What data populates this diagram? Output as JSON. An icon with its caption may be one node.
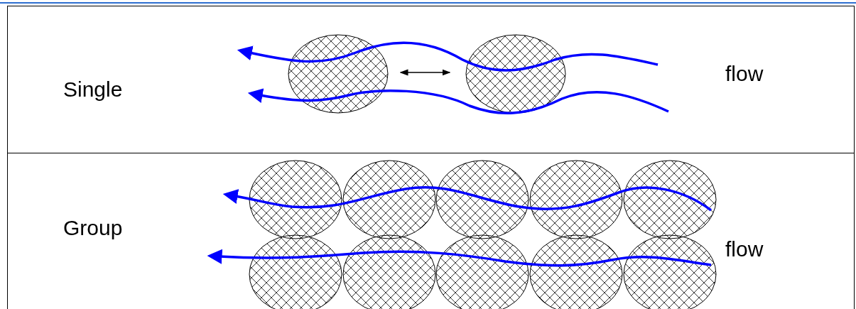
{
  "diagram": {
    "nodes": [
      {
        "text": [
          "Single",
          "flow"
        ]
      },
      {
        "text": [
          "Group",
          "flow"
        ]
      }
    ]
  }
}
